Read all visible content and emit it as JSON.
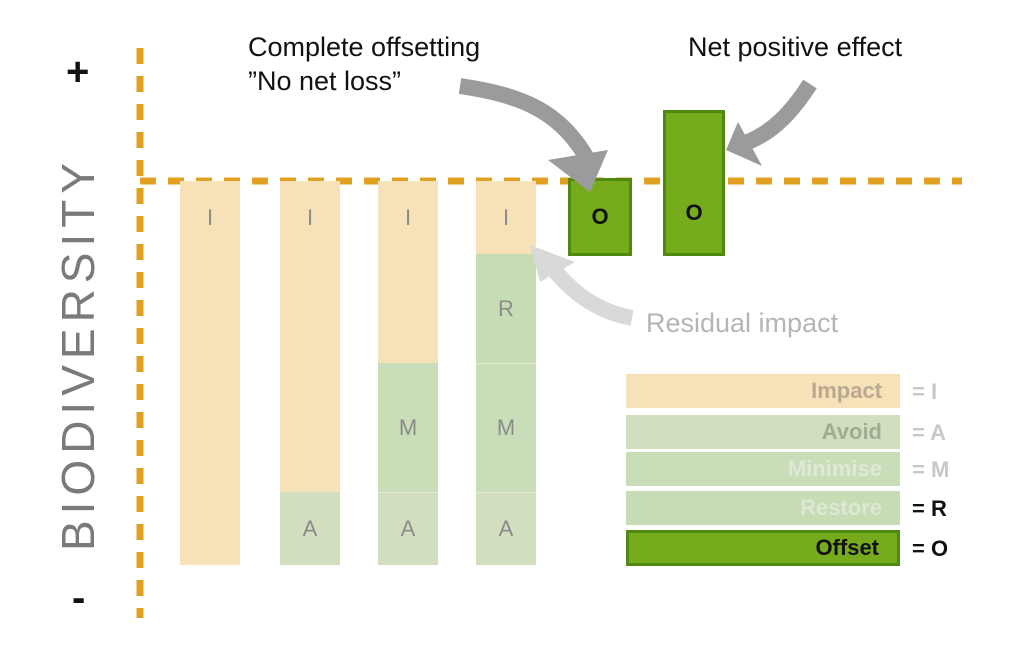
{
  "axis": {
    "label": "BIODIVERSITY",
    "plus": "+",
    "minus": "-"
  },
  "bars": {
    "b1_i": "I",
    "b2_i": "I",
    "b2_a": "A",
    "b3_i": "I",
    "b3_m": "M",
    "b3_a": "A",
    "b4_i": "I",
    "b4_r": "R",
    "b4_m": "M",
    "b4_a": "A",
    "o1": "O",
    "o2": "O"
  },
  "callouts": {
    "complete_line1": "Complete offsetting",
    "complete_line2": "”No net loss”",
    "net_positive": "Net positive effect",
    "residual": "Residual impact"
  },
  "legend": [
    {
      "label": "Impact",
      "eq": "= I",
      "color": "#f7e1b8"
    },
    {
      "label": "Avoid",
      "eq": "= A",
      "color": "#d1dfbe"
    },
    {
      "label": "Minimise",
      "eq": "= M",
      "color": "#c9ddb9"
    },
    {
      "label": "Restore",
      "eq": "= R",
      "color": "#c7dcb5"
    },
    {
      "label": "Offset",
      "eq": "= O",
      "color": "#77ab1e"
    }
  ],
  "colors": {
    "axis": "#e0a020",
    "arrow": "#9b9b9b",
    "arrow_light": "#d9d9d9"
  }
}
